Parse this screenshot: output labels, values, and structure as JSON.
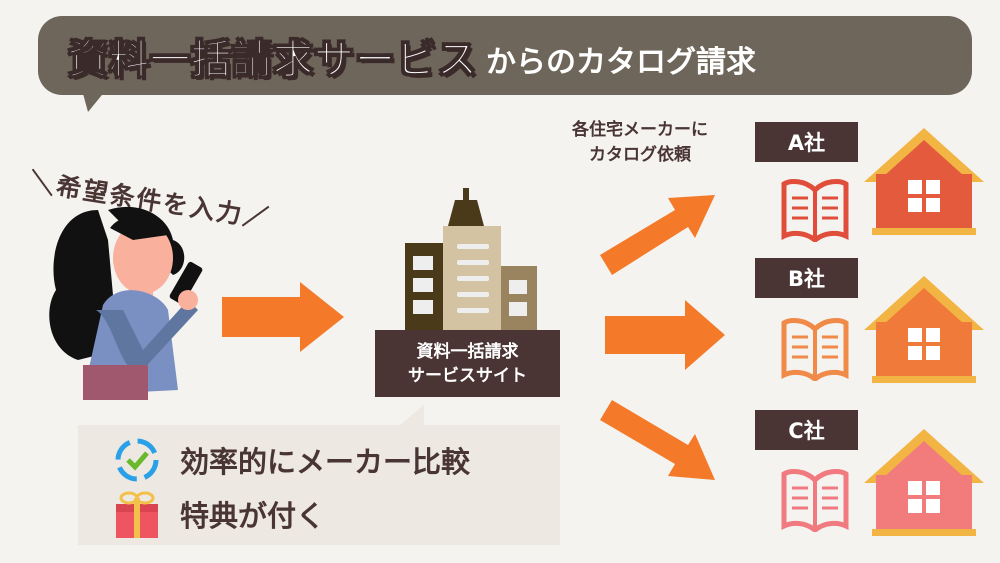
{
  "title": {
    "main": "資料一括請求サービス",
    "sub": "からのカタログ請求"
  },
  "user_step": {
    "label": "＼希望条件を入力／"
  },
  "service_site": {
    "line1": "資料一括請求",
    "line2": "サービスサイト"
  },
  "benefits": [
    {
      "icon": "cycle-check-icon",
      "label": "効率的にメーカー比較"
    },
    {
      "icon": "gift-icon",
      "label": "特典が付く"
    }
  ],
  "request_caption": {
    "line1": "各住宅メーカーに",
    "line2": "カタログ依頼"
  },
  "companies": [
    {
      "label": "A社",
      "color": "#e35a3c"
    },
    {
      "label": "B社",
      "color": "#f07a3a"
    },
    {
      "label": "C社",
      "color": "#f27c7c"
    }
  ],
  "colors": {
    "arrow": "#f47a2a",
    "label_bg": "#4a3434",
    "title_bg": "#6e665a"
  }
}
